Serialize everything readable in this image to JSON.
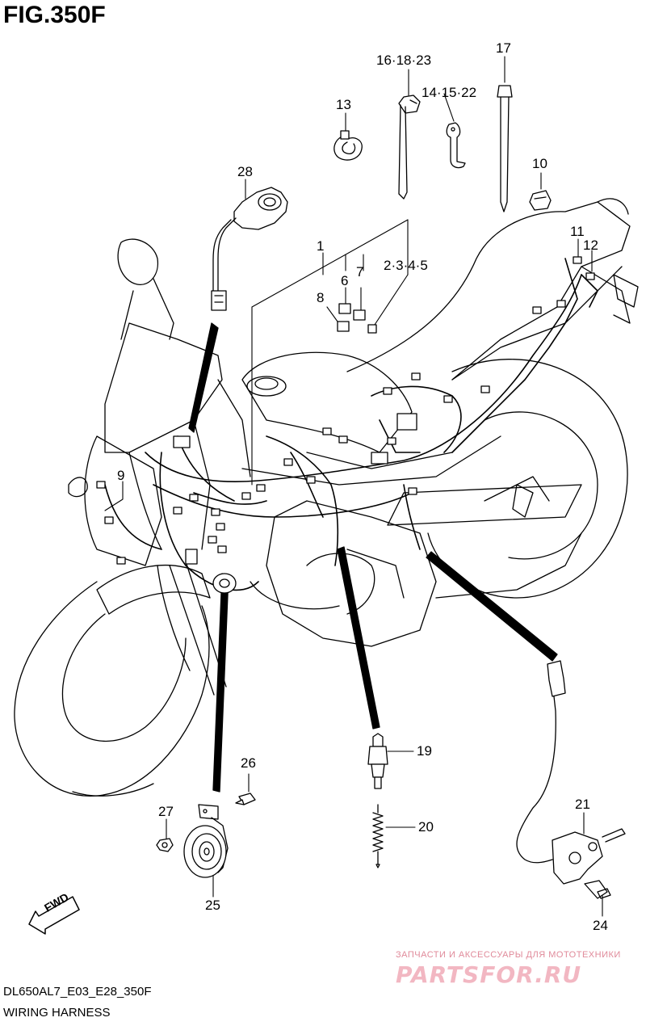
{
  "figure": {
    "title": "FIG.350F",
    "code": "DL650AL7_E03_E28_350F",
    "name": "WIRING HARNESS",
    "fwd_label": "FWD"
  },
  "callouts": {
    "c1": "1",
    "c2345": "2·3·4·5",
    "c6": "6",
    "c7": "7",
    "c8": "8",
    "c9": "9",
    "c10": "10",
    "c11": "11",
    "c12": "12",
    "c13": "13",
    "c141522": "14·15·22",
    "c161823": "16·18·23",
    "c17": "17",
    "c19": "19",
    "c20": "20",
    "c21": "21",
    "c24": "24",
    "c25": "25",
    "c26": "26",
    "c27": "27",
    "c28": "28"
  },
  "watermark": {
    "line1": "ЗАПЧАСТИ И АКСЕССУАРЫ ДЛЯ МОТОТЕХНИКИ",
    "line2": "PARTSFOR.RU"
  }
}
